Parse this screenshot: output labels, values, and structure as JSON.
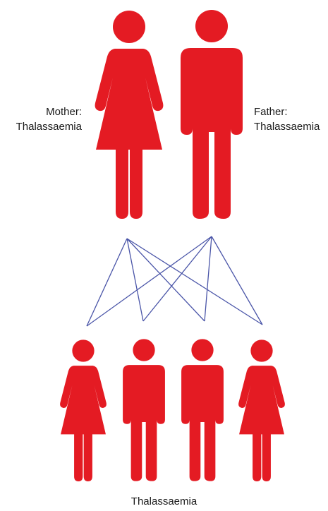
{
  "colors": {
    "figure": "#e41b23",
    "line": "#4a55a8"
  },
  "parents": {
    "mother": {
      "role": "Mother:",
      "condition": "Thalassaemia",
      "icon": "female-figure-icon"
    },
    "father": {
      "role": "Father:",
      "condition": "Thalassaemia",
      "icon": "male-figure-icon"
    }
  },
  "children": {
    "label": "Thalassaemia",
    "figures": [
      {
        "icon": "female-figure-icon"
      },
      {
        "icon": "male-figure-icon"
      },
      {
        "icon": "male-figure-icon"
      },
      {
        "icon": "female-figure-icon"
      }
    ]
  }
}
